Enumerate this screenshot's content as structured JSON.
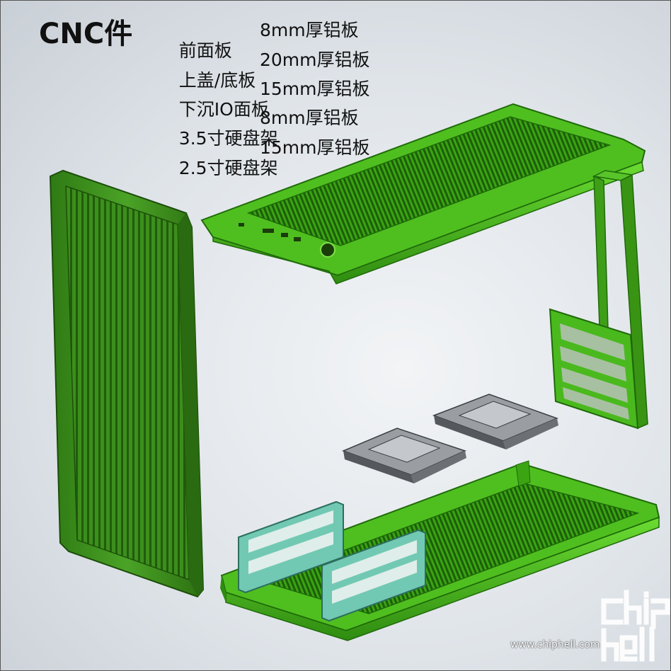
{
  "title": "CNC件",
  "specs": [
    {
      "part": "前面板",
      "material": "8mm厚铝板"
    },
    {
      "part": "上盖/底板",
      "material": "20mm厚铝板"
    },
    {
      "part": "下沉IO面板",
      "material": "15mm厚铝板"
    },
    {
      "part": "3.5寸硬盘架",
      "material": "8mm厚铝板"
    },
    {
      "part": "2.5寸硬盘架",
      "material": "15mm厚铝板"
    }
  ],
  "colors": {
    "panel_green": "#3f9a1f",
    "top_green": "#4fc21f",
    "bracket_gray": "#8e9296",
    "bracket_teal": "#6fc4b0"
  },
  "watermark": {
    "logo": "chip hell",
    "url": "www.chiphell.com"
  }
}
